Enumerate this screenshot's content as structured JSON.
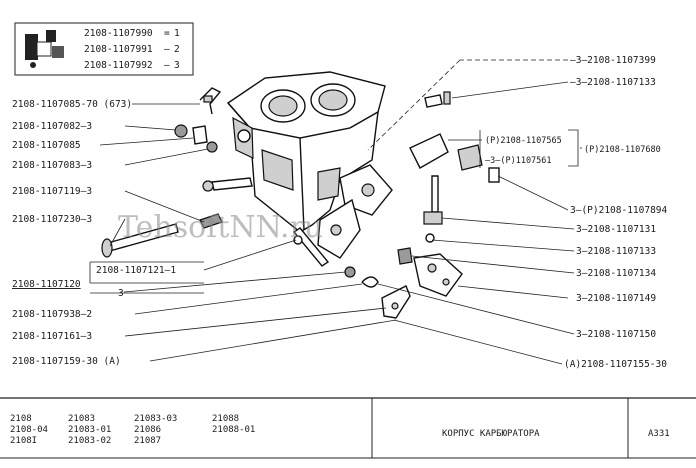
{
  "variants": [
    {
      "code": "2108-1107990",
      "num": "1"
    },
    {
      "code": "2108-1107991",
      "num": "2"
    },
    {
      "code": "2108-1107992",
      "num": "3"
    }
  ],
  "left_labels": {
    "l1": "2108-1107085-70 (673)",
    "l2": "2108-1107082—3",
    "l3": "2108-1107085",
    "l4": "2108-1107083—3",
    "l5": "2108-1107119—3",
    "l6": "2108-1107230—3",
    "l7": "2108-1107120",
    "l8": "2108-1107121—1",
    "l8b": "3",
    "l9": "2108-1107938—2",
    "l10": "2108-1107161—3",
    "l11": "2108-1107159-30 (А)"
  },
  "right_labels": {
    "r1": "—3—2108-1107399",
    "r2": "—3—2108-1107133",
    "r3a": "(Р)2108-1107565",
    "r3b": "—3—(Р)1107561",
    "r3c": "(Р)2108-1107680",
    "r4": "3—(Р)2108-1107894",
    "r5": "3—2108-1107131",
    "r6": "3—2108-1107133",
    "r7": "3—2108-1107134",
    "r8": "3—2108-1107149",
    "r9": "3—2108-1107150",
    "r10": "(А)2108-1107155-30"
  },
  "watermark": "TehsoftNN.ru",
  "footer": {
    "models": [
      [
        "2108",
        "2108-04",
        "2108I"
      ],
      [
        "21083",
        "21083-01",
        "21083-02"
      ],
      [
        "21083-03",
        "21086",
        "21087"
      ],
      [
        "21088",
        "21088-01"
      ]
    ],
    "title": "КОРПУС КАРБЮРАТОРА",
    "sheet": "А331"
  }
}
